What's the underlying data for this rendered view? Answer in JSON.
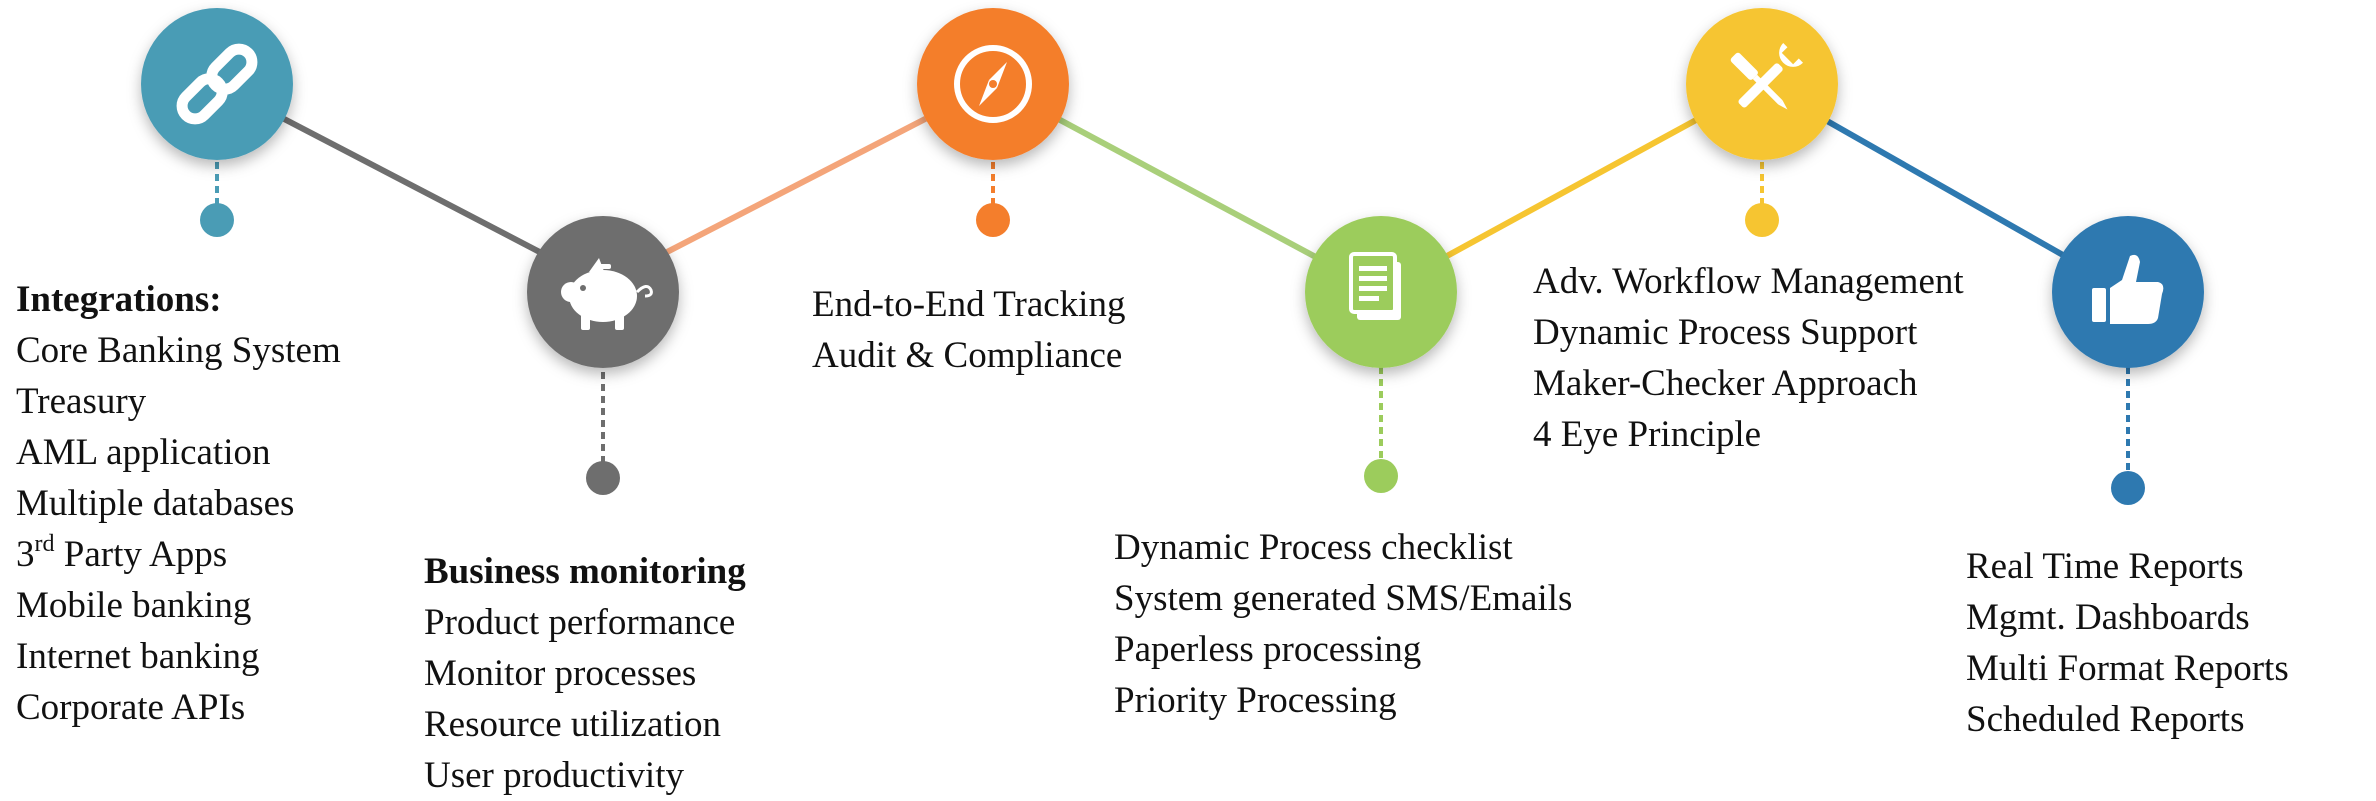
{
  "milestones": [
    {
      "id": "integrations",
      "color": "#4a9cb5",
      "icon": "link-icon",
      "heading": "Integrations:",
      "items": [
        "Core Banking System",
        "Treasury",
        "AML application",
        "Multiple databases",
        "3rd Party Apps",
        "Mobile banking",
        "Internet banking",
        "Corporate APIs"
      ]
    },
    {
      "id": "business-monitoring",
      "color": "#6e6e6e",
      "icon": "piggy-bank-icon",
      "heading": "Business monitoring",
      "items": [
        "Product performance",
        "Monitor processes",
        "Resource utilization",
        "User productivity"
      ]
    },
    {
      "id": "tracking",
      "color": "#f47e2c",
      "icon": "compass-icon",
      "heading": "",
      "items": [
        "End-to-End Tracking",
        "Audit & Compliance"
      ]
    },
    {
      "id": "processing",
      "color": "#9ccc5c",
      "icon": "document-icon",
      "heading": "",
      "items": [
        "Dynamic Process checklist",
        "System generated SMS/Emails",
        "Paperless processing",
        "Priority Processing"
      ]
    },
    {
      "id": "workflow",
      "color": "#f6c531",
      "icon": "tools-icon",
      "heading": "",
      "items": [
        "Adv. Workflow Management",
        "Dynamic Process Support",
        "Maker-Checker Approach",
        "4 Eye Principle"
      ]
    },
    {
      "id": "reports",
      "color": "#2e79b0",
      "icon": "thumbs-up-icon",
      "heading": "",
      "items": [
        "Real Time Reports",
        "Mgmt. Dashboards",
        "Multi Format Reports",
        "Scheduled Reports"
      ]
    }
  ],
  "connector_colors": [
    "#6e6e6e",
    "#f4a57a",
    "#a9cf7a",
    "#f6c531",
    "#2e79b0"
  ]
}
